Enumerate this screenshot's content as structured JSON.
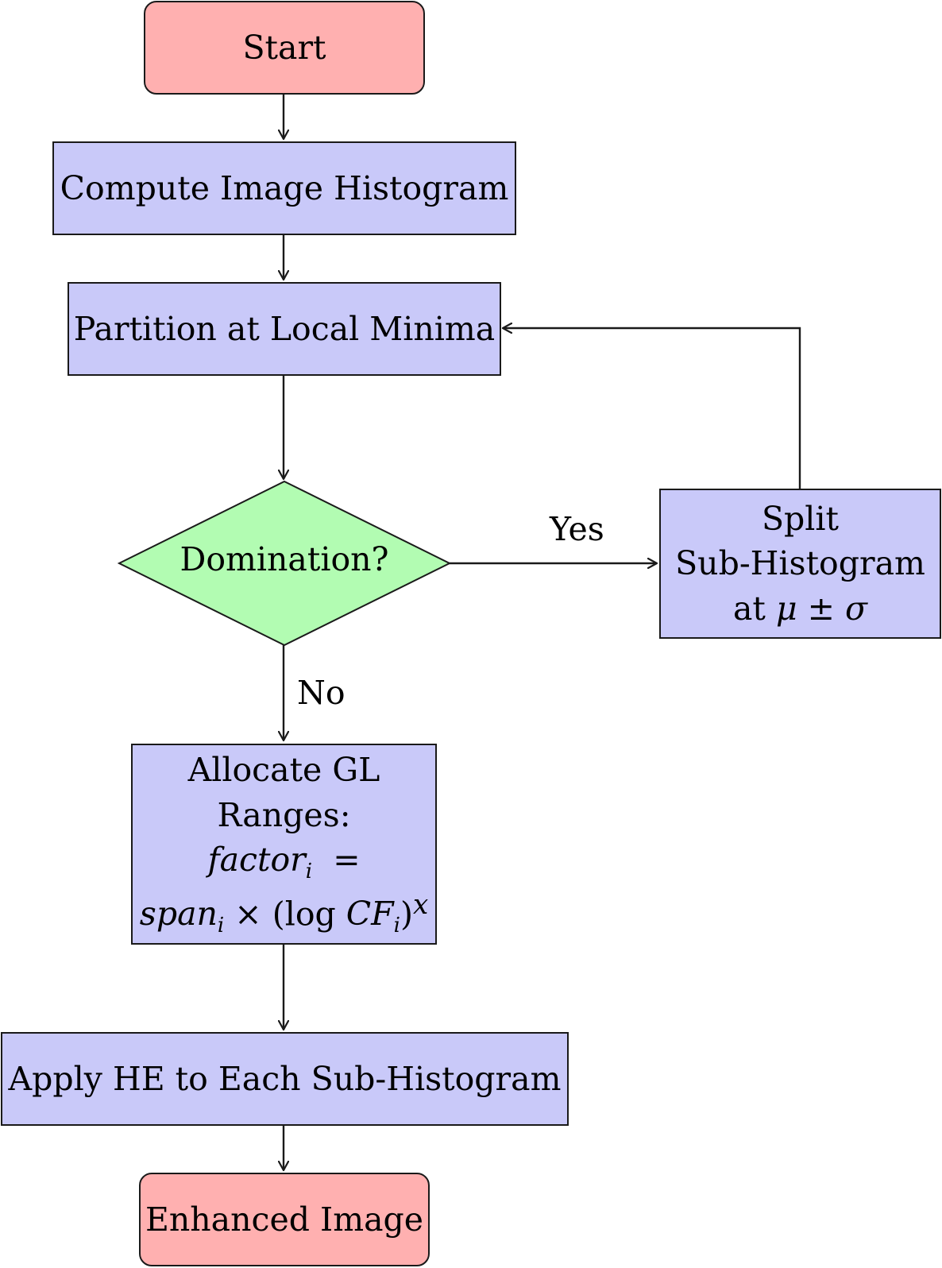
{
  "nodes": {
    "start": "Start",
    "compute": "Compute Image Histogram",
    "partition": "Partition at Local Minima",
    "decision": "Domination?",
    "split": {
      "line1": "Split",
      "line2": "Sub-Histogram",
      "line3_prefix": "at",
      "line3_math": "μ ± σ"
    },
    "allocate": {
      "line1": "Allocate GL",
      "line2": "Ranges:",
      "formula_lhs": "factor",
      "formula_lhs_sub": "i",
      "formula_eq": "=",
      "formula_span": "span",
      "formula_span_sub": "i",
      "formula_times": "×",
      "formula_open": "(",
      "formula_log": "log",
      "formula_cf": "CF",
      "formula_cf_sub": "i",
      "formula_close": ")",
      "formula_exp": "x"
    },
    "apply": "Apply HE to Each Sub-Histogram",
    "end": "Enhanced Image"
  },
  "edges": {
    "yes_label": "Yes",
    "no_label": "No"
  },
  "colors": {
    "terminal": "#ffb0b0",
    "process": "#c9c9f9",
    "decision": "#b2fcb2",
    "stroke": "#1a1a1a"
  }
}
